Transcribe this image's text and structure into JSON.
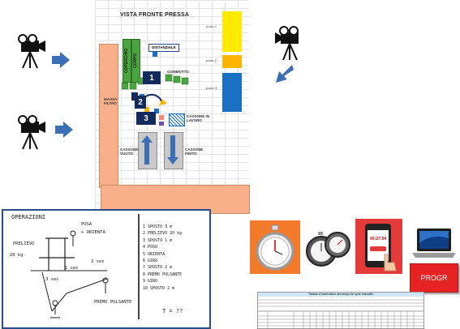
{
  "diagram": {
    "title": "VISTA FRONTE PRESSA",
    "labels": {
      "posto1": "posto 1",
      "posto2": "posto 2",
      "posto3": "posto 3",
      "distanziale": "DISTANZIALE",
      "gommotto": "GOMMOTTO",
      "massa_filtro": "MASSA FILTRO",
      "coperchio": "COPERCHIO",
      "corpo": "CORPO",
      "cassone_lavoro": "CASSONE IN LAVORO",
      "cassone_vuoto": "CASSONE VUOTO",
      "cassone_finito": "CASSONE FINITO",
      "n1": "1",
      "n2": "2",
      "n3": "3"
    },
    "colors": {
      "yellow": "#ffeb00",
      "orange": "#ffb400",
      "blue": "#1b6fc2",
      "navy": "#132a5c",
      "green": "#4aa540",
      "salmon": "#f9b08a",
      "arrow": "#3c6fb5"
    }
  },
  "notes": {
    "title": "OPERAZIONI",
    "left_labels": [
      "PRELIEVO",
      "20 kg",
      "1 sec",
      "2 sec",
      "3 sec"
    ],
    "top_labels": [
      "POSA",
      "+ ORIENTA"
    ],
    "bottom_label": "PREMO PULSANTE",
    "list": [
      "1 SPOSTO 3 m",
      "2 PRELIEVO 20 kg",
      "3 SPOSTO 1 m",
      "4 POSO",
      "5 ORIENTA",
      "6 GIRO",
      "7 SPOSTO 2 m",
      "8 PREMO PULSANTE",
      "9 GIRO",
      "10 SPOSTO 2 m"
    ],
    "total": "T = ??"
  },
  "tools": {
    "stopwatch_time": "00:27:54",
    "progr_label": "PROGR"
  },
  "table": {
    "title": "Tableau d'observation des temps de cycle manuelle"
  }
}
